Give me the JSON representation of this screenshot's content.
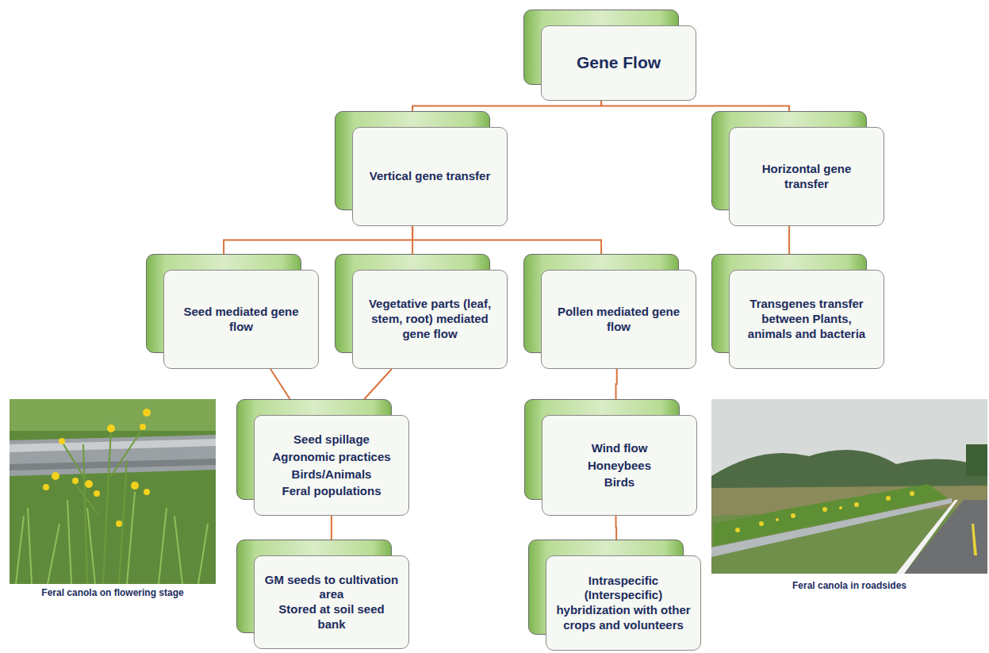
{
  "diagram": {
    "nodes": [
      {
        "text": [
          "Gene Flow"
        ]
      },
      {
        "text": [
          "Vertical gene transfer"
        ]
      },
      {
        "text": [
          "Horizontal gene transfer"
        ]
      },
      {
        "text": [
          "Seed mediated gene flow"
        ]
      },
      {
        "text": [
          "Vegetative parts (leaf, stem, root) mediated gene flow"
        ]
      },
      {
        "text": [
          "Pollen mediated gene flow"
        ]
      },
      {
        "text": [
          "Transgenes transfer between Plants, animals and bacteria"
        ]
      },
      {
        "text": [
          "Seed spillage",
          "Agronomic practices",
          "Birds/Animals",
          "Feral populations"
        ]
      },
      {
        "text": [
          "Wind flow",
          "Honeybees",
          "Birds"
        ]
      },
      {
        "text": [
          "GM seeds to cultivation area",
          "Stored at soil seed bank"
        ]
      },
      {
        "text": [
          "Intraspecific (Interspecific) hybridization with other crops and volunteers"
        ]
      }
    ],
    "edges": [
      {
        "from": 0,
        "to": 1,
        "arrow": "none"
      },
      {
        "from": 0,
        "to": 2,
        "arrow": "none"
      },
      {
        "from": 1,
        "to": 3,
        "arrow": "none"
      },
      {
        "from": 1,
        "to": 4,
        "arrow": "none"
      },
      {
        "from": 1,
        "to": 5,
        "arrow": "none"
      },
      {
        "from": 2,
        "to": 6,
        "arrow": "none"
      },
      {
        "from": 3,
        "to": 7,
        "arrow": "none"
      },
      {
        "from": 4,
        "to": 7,
        "arrow": "none"
      },
      {
        "from": 5,
        "to": 8,
        "arrow": "none"
      },
      {
        "from": 7,
        "to": 9,
        "arrow": "none"
      },
      {
        "from": 8,
        "to": 10,
        "arrow": "none"
      }
    ],
    "labels": [
      "Feral canola on flowering stage",
      "Feral canola in roadsides"
    ]
  }
}
